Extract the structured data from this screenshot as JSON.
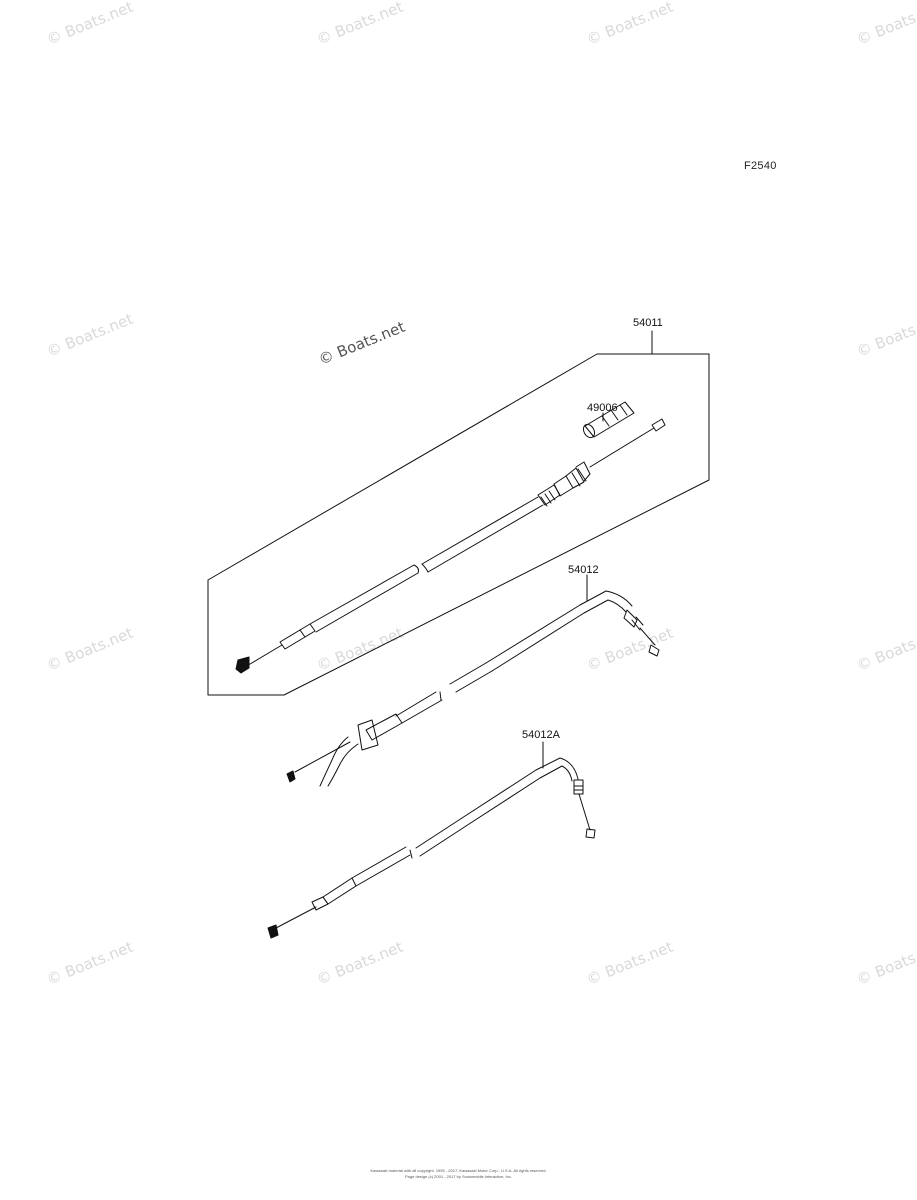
{
  "figure_code": "F2540",
  "watermark": "© Boats.net",
  "parts": [
    {
      "id": "p54011",
      "number": "54011"
    },
    {
      "id": "p49006",
      "number": "49006"
    },
    {
      "id": "p54012",
      "number": "54012"
    },
    {
      "id": "p54012A",
      "number": "54012A"
    }
  ],
  "footer": {
    "line1": "Kawasaki material with all copyright. 1995 - 2017, Kawasaki Motor Corp., U.S.A. All rights reserved.",
    "line2": "Page design (c) 2001 - 2017 by Snowmobile Interactive, Inc."
  }
}
